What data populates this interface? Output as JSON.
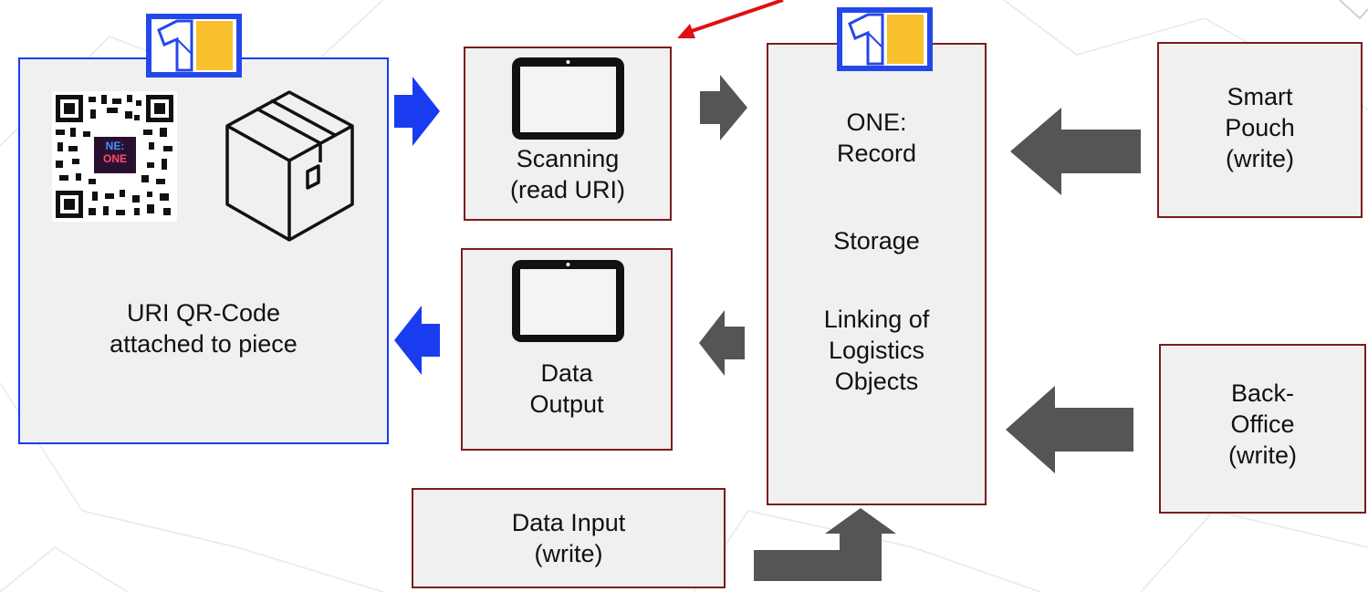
{
  "piece_panel": {
    "label": "URI  QR-Code\nattached to piece",
    "qr_text_top": "NE:",
    "qr_text_bottom": "ONE"
  },
  "scanning": {
    "label": "Scanning\n(read URI)"
  },
  "data_output": {
    "label": "Data\nOutput"
  },
  "data_input": {
    "label": "Data Input\n(write)"
  },
  "one_record": {
    "title": "ONE:\nRecord",
    "storage": "Storage",
    "linking": "Linking of\nLogistics\nObjects"
  },
  "smart_pouch": {
    "label": "Smart\nPouch\n(write)"
  },
  "back_office": {
    "label": "Back-\nOffice\n(write)"
  },
  "colors": {
    "box_border": "#7b1c1c",
    "panel_border": "#1a3cf0",
    "blue_arrow": "#1a3cf0",
    "gray_arrow": "#555555",
    "red_arrow": "#e01010",
    "logo_blue": "#2448e8",
    "logo_yellow": "#f8c12c"
  }
}
